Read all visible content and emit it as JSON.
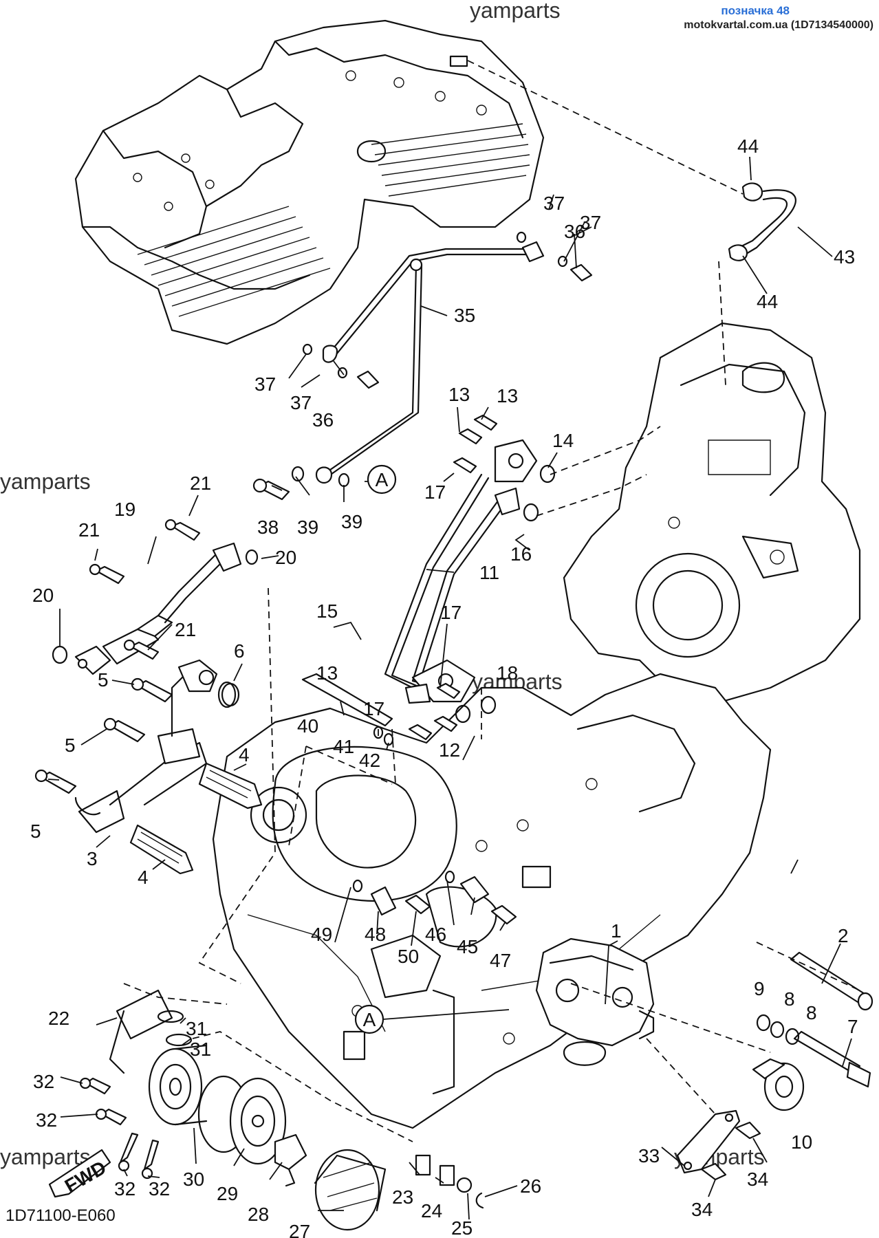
{
  "header": {
    "link_text": "позначка 48",
    "source_text": "motokvartal.com.ua (1D7134540000)"
  },
  "watermark": "yamparts",
  "diagram_code": "1D71100-E060",
  "fwd_label": "FWD",
  "reference_label": "A",
  "callouts": {
    "c1": "1",
    "c2": "2",
    "c3": "3",
    "c4a": "4",
    "c4b": "4",
    "c5a": "5",
    "c5b": "5",
    "c5c": "5",
    "c6": "6",
    "c7": "7",
    "c8a": "8",
    "c8b": "8",
    "c9": "9",
    "c10": "10",
    "c11": "11",
    "c12": "12",
    "c13a": "13",
    "c13b": "13",
    "c13c": "13",
    "c14": "14",
    "c15": "15",
    "c16": "16",
    "c17a": "17",
    "c17b": "17",
    "c17c": "17",
    "c18": "18",
    "c19": "19",
    "c20a": "20",
    "c20b": "20",
    "c21a": "21",
    "c21b": "21",
    "c21c": "21",
    "c22": "22",
    "c23": "23",
    "c24": "24",
    "c25": "25",
    "c26": "26",
    "c27": "27",
    "c28": "28",
    "c29": "29",
    "c30": "30",
    "c31a": "31",
    "c31b": "31",
    "c32a": "32",
    "c32b": "32",
    "c32c": "32",
    "c32d": "32",
    "c33": "33",
    "c34a": "34",
    "c34b": "34",
    "c35": "35",
    "c36a": "36",
    "c36b": "36",
    "c37a": "37",
    "c37b": "37",
    "c37c": "37",
    "c37d": "37",
    "c38": "38",
    "c39a": "39",
    "c39b": "39",
    "c40": "40",
    "c41": "41",
    "c42": "42",
    "c43": "43",
    "c44a": "44",
    "c44b": "44",
    "c45": "45",
    "c46": "46",
    "c47": "47",
    "c48": "48",
    "c49": "49",
    "c50": "50"
  }
}
